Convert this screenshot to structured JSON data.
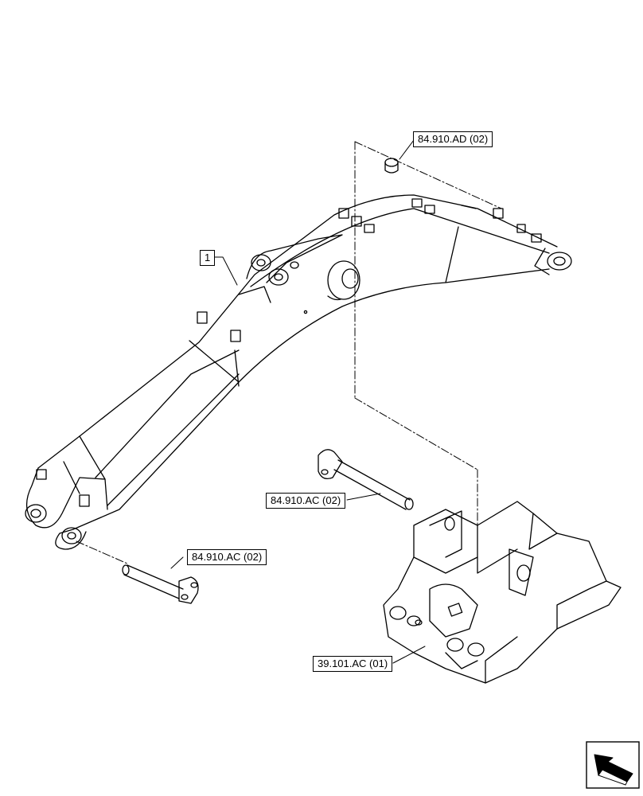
{
  "callouts": {
    "item_1": "1",
    "bushing_ref": "84.910.AD (02)",
    "boom_pin_ref": "84.910.AC (02)",
    "cylinder_pin_ref": "84.910.AC (02)",
    "frame_ref": "39.101.AC (01)"
  },
  "icons": {
    "navigation": "next-page-arrow-icon"
  },
  "colors": {
    "line": "#000000",
    "background": "#ffffff"
  }
}
